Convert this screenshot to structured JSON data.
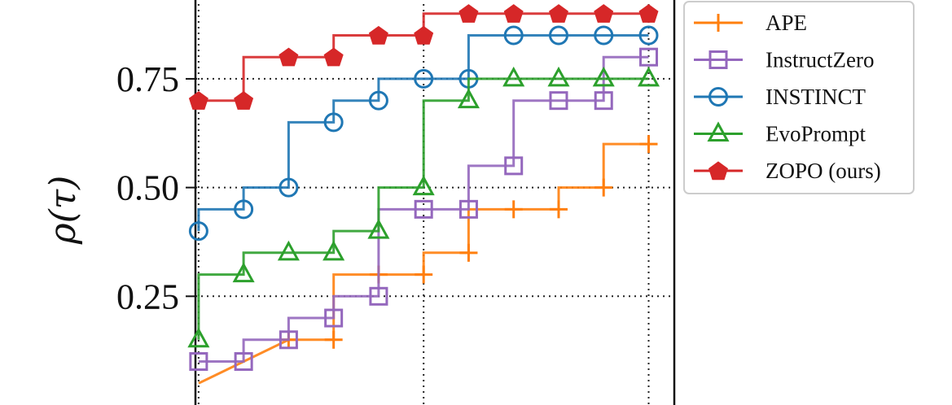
{
  "chart_data": {
    "type": "line",
    "step": "post",
    "title": "",
    "xlabel": "",
    "ylabel": "ρ(τ)",
    "xlim": [
      0.93,
      11.57
    ],
    "ylim": [
      0.0,
      0.935
    ],
    "xgrid": [
      1,
      6,
      11
    ],
    "yticks": [
      {
        "value": 0.25,
        "label": "0.25"
      },
      {
        "value": 0.5,
        "label": "0.50"
      },
      {
        "value": 0.75,
        "label": "0.75"
      }
    ],
    "grid": true,
    "legend_position": "right",
    "x": [
      1,
      2,
      3,
      4,
      5,
      6,
      7,
      8,
      9,
      10,
      11
    ],
    "series": [
      {
        "name": "APE",
        "marker": "plus",
        "color": "#ff7f0e",
        "values": [
          0.05,
          0.1,
          0.15,
          0.15,
          0.3,
          0.3,
          0.35,
          0.45,
          0.45,
          0.5,
          0.6
        ],
        "x": [
          1,
          2,
          3,
          4,
          4,
          6,
          7,
          8,
          9,
          10,
          11
        ],
        "points": [
          [
            3,
            0.15
          ],
          [
            4,
            0.15
          ],
          [
            5,
            0.3
          ],
          [
            6,
            0.3
          ],
          [
            7,
            0.35
          ],
          [
            8,
            0.45
          ],
          [
            9,
            0.45
          ],
          [
            10,
            0.5
          ],
          [
            11,
            0.6
          ]
        ],
        "path": [
          [
            1,
            0.05
          ],
          [
            3,
            0.15
          ],
          [
            4,
            0.15
          ],
          [
            4,
            0.3
          ],
          [
            6,
            0.3
          ],
          [
            6,
            0.35
          ],
          [
            7,
            0.35
          ],
          [
            7,
            0.45
          ],
          [
            9,
            0.45
          ],
          [
            9,
            0.5
          ],
          [
            10,
            0.5
          ],
          [
            10,
            0.6
          ],
          [
            11,
            0.6
          ]
        ]
      },
      {
        "name": "InstructZero",
        "marker": "square",
        "color": "#9467bd",
        "points": [
          [
            1,
            0.1
          ],
          [
            2,
            0.1
          ],
          [
            3,
            0.15
          ],
          [
            4,
            0.2
          ],
          [
            5,
            0.25
          ],
          [
            6,
            0.45
          ],
          [
            7,
            0.45
          ],
          [
            8,
            0.55
          ],
          [
            9,
            0.7
          ],
          [
            10,
            0.7
          ],
          [
            11,
            0.8
          ]
        ],
        "path": [
          [
            1,
            0.1
          ],
          [
            2,
            0.1
          ],
          [
            2,
            0.15
          ],
          [
            3,
            0.15
          ],
          [
            3,
            0.2
          ],
          [
            4,
            0.2
          ],
          [
            4,
            0.25
          ],
          [
            5,
            0.25
          ],
          [
            5,
            0.45
          ],
          [
            7,
            0.45
          ],
          [
            7,
            0.55
          ],
          [
            8,
            0.55
          ],
          [
            8,
            0.7
          ],
          [
            10,
            0.7
          ],
          [
            10,
            0.8
          ],
          [
            11,
            0.8
          ]
        ]
      },
      {
        "name": "INSTINCT",
        "marker": "circle",
        "color": "#1f77b4",
        "points": [
          [
            1,
            0.4
          ],
          [
            2,
            0.45
          ],
          [
            3,
            0.5
          ],
          [
            4,
            0.65
          ],
          [
            5,
            0.7
          ],
          [
            6,
            0.75
          ],
          [
            7,
            0.75
          ],
          [
            8,
            0.85
          ],
          [
            9,
            0.85
          ],
          [
            10,
            0.85
          ],
          [
            11,
            0.85
          ]
        ],
        "path": [
          [
            1,
            0.4
          ],
          [
            1,
            0.45
          ],
          [
            2,
            0.45
          ],
          [
            2,
            0.5
          ],
          [
            3,
            0.5
          ],
          [
            3,
            0.65
          ],
          [
            4,
            0.65
          ],
          [
            4,
            0.7
          ],
          [
            5,
            0.7
          ],
          [
            5,
            0.75
          ],
          [
            7,
            0.75
          ],
          [
            7,
            0.85
          ],
          [
            11,
            0.85
          ]
        ]
      },
      {
        "name": "EvoPrompt",
        "marker": "triangle",
        "color": "#2ca02c",
        "points": [
          [
            1,
            0.15
          ],
          [
            2,
            0.3
          ],
          [
            3,
            0.35
          ],
          [
            4,
            0.35
          ],
          [
            5,
            0.4
          ],
          [
            6,
            0.5
          ],
          [
            7,
            0.7
          ],
          [
            8,
            0.75
          ],
          [
            9,
            0.75
          ],
          [
            10,
            0.75
          ],
          [
            11,
            0.75
          ]
        ],
        "path": [
          [
            1,
            0.15
          ],
          [
            1,
            0.3
          ],
          [
            2,
            0.3
          ],
          [
            2,
            0.35
          ],
          [
            4,
            0.35
          ],
          [
            4,
            0.4
          ],
          [
            5,
            0.4
          ],
          [
            5,
            0.5
          ],
          [
            6,
            0.5
          ],
          [
            6,
            0.7
          ],
          [
            7,
            0.7
          ],
          [
            7,
            0.75
          ],
          [
            11,
            0.75
          ]
        ]
      },
      {
        "name": "ZOPO (ours)",
        "marker": "pentagon",
        "color": "#d62728",
        "points": [
          [
            1,
            0.7
          ],
          [
            2,
            0.7
          ],
          [
            3,
            0.8
          ],
          [
            4,
            0.8
          ],
          [
            5,
            0.85
          ],
          [
            6,
            0.85
          ],
          [
            7,
            0.9
          ],
          [
            8,
            0.9
          ],
          [
            9,
            0.9
          ],
          [
            10,
            0.9
          ],
          [
            11,
            0.9
          ]
        ],
        "path": [
          [
            1,
            0.7
          ],
          [
            2,
            0.7
          ],
          [
            2,
            0.8
          ],
          [
            4,
            0.8
          ],
          [
            4,
            0.85
          ],
          [
            6,
            0.85
          ],
          [
            6,
            0.9
          ],
          [
            11,
            0.9
          ]
        ]
      }
    ]
  }
}
